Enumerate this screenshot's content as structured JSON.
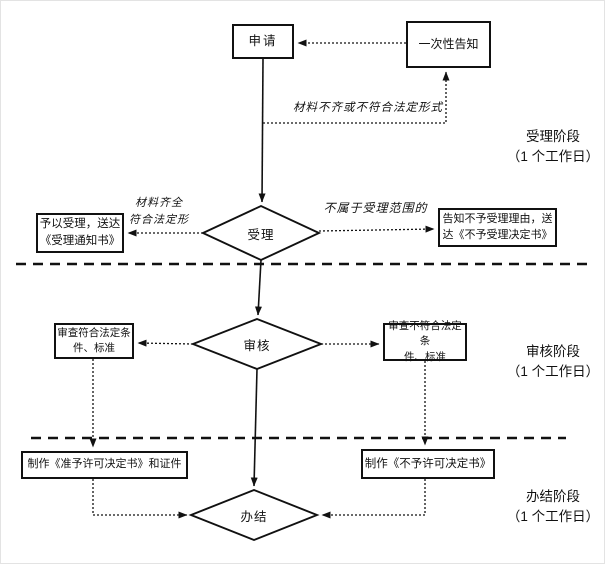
{
  "diagram": {
    "nodes": {
      "apply": "申请",
      "onetime_notice": "一次性告知",
      "accept": "受理",
      "review": "审核",
      "finish": "办结",
      "accept_yes": "予以受理，送达\n《受理通知书》",
      "accept_no": "告知不予受理理由，送\n达《不予受理决定书》",
      "review_pass": "审查符合法定条\n件、标准",
      "review_fail": "审查不符合法定条\n件、标准",
      "make_license": "制作《准予许可决定书》和证件",
      "make_denial": "制作《不予许可决定书》"
    },
    "annotations": {
      "incomplete": "材料不齐或不符合法定形式",
      "complete": "材料齐全\n符合法定形",
      "out_of_scope": "不属于受理范围的"
    },
    "stages": [
      {
        "label": "受理阶段\n（1 个工作日）"
      },
      {
        "label": "审核阶段\n（1 个工作日）"
      },
      {
        "label": "办结阶段\n（1 个工作日）"
      }
    ],
    "colors": {
      "line": "#000000",
      "background": "#ffffff"
    }
  }
}
